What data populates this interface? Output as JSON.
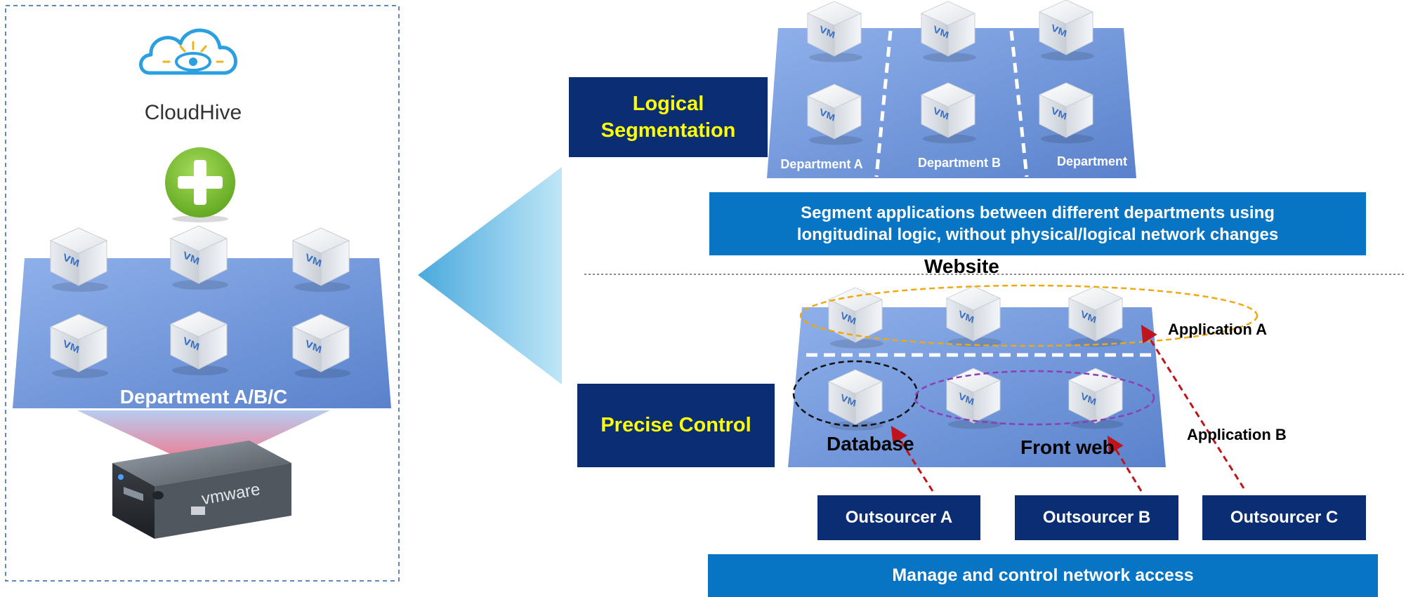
{
  "cloudhive": {
    "brand": "CloudHive",
    "left_platform_label": "Department A/B/C",
    "server_brand": "vmware"
  },
  "vm_label": "VM",
  "logical": {
    "title": "Logical\nSegmentation",
    "departments": [
      "Department A",
      "Department B",
      "Department"
    ],
    "description": "Segment applications between different departments using\nlongitudinal logic, without physical/logical network changes"
  },
  "precise": {
    "title": "Precise Control",
    "website_label": "Website",
    "application_a": "Application A",
    "application_b": "Application B",
    "database_label": "Database",
    "frontweb_label": "Front web",
    "outsourcers": [
      "Outsourcer A",
      "Outsourcer B",
      "Outsourcer C"
    ],
    "footer": "Manage and control network access"
  },
  "colors": {
    "navy": "#0a2d74",
    "blue_bar": "#0874c4",
    "platform": "#6f96db",
    "title_yellow": "#ffff00",
    "arrow_red": "#c0141c",
    "orange_ellipse": "#f0a810",
    "purple_ellipse": "#8a3fb5",
    "plus_green": "#7cc23a",
    "cloud_blue": "#2aa0e0"
  },
  "icons": [
    "cloud-eye-icon",
    "plus-icon",
    "vm-cube-icon",
    "server-icon",
    "arrow-icon"
  ]
}
